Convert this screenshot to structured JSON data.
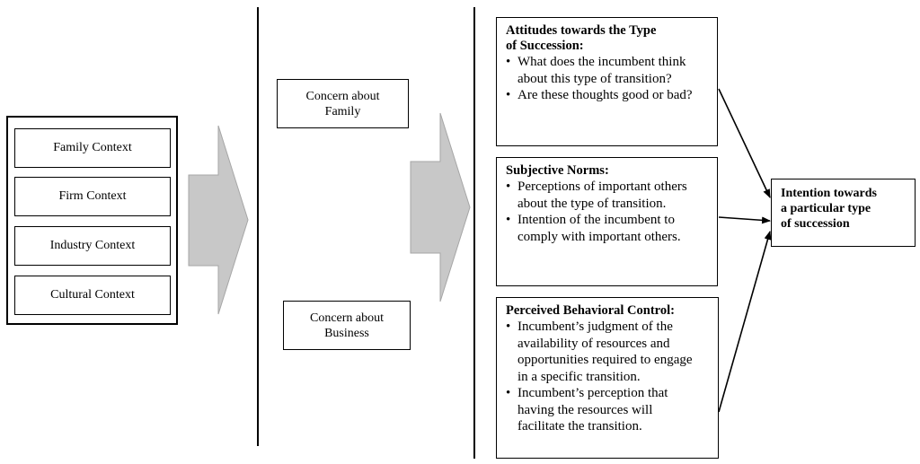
{
  "contexts": [
    "Family Context",
    "Firm Context",
    "Industry Context",
    "Cultural Context"
  ],
  "concerns": {
    "family": [
      "Concern about",
      "Family"
    ],
    "business": [
      "Concern about",
      "Business"
    ]
  },
  "attitudes": {
    "title_lines": [
      "Attitudes towards the Type",
      "of Succession:"
    ],
    "bullets": [
      [
        "What does the incumbent think",
        "about this type of transition?"
      ],
      [
        "Are these thoughts good or bad?"
      ]
    ]
  },
  "norms": {
    "title_lines": [
      "Subjective Norms:"
    ],
    "bullets": [
      [
        "Perceptions of important others",
        "about the type of transition."
      ],
      [
        "Intention of the incumbent to",
        "comply with important others."
      ]
    ]
  },
  "control": {
    "title_lines": [
      "Perceived Behavioral Control:"
    ],
    "bullets": [
      [
        "Incumbent’s judgment of the",
        "availability of resources and",
        "opportunities required to engage",
        "in a specific transition."
      ],
      [
        "Incumbent’s perception that",
        "having the resources will",
        "facilitate the transition."
      ]
    ]
  },
  "intention": [
    "Intention towards",
    "a particular type",
    "of succession"
  ],
  "bullet_glyph": "•",
  "colors": {
    "arrow_fill": "#c8c8c8",
    "arrow_stroke": "#a6a6a6",
    "line": "#000000"
  }
}
